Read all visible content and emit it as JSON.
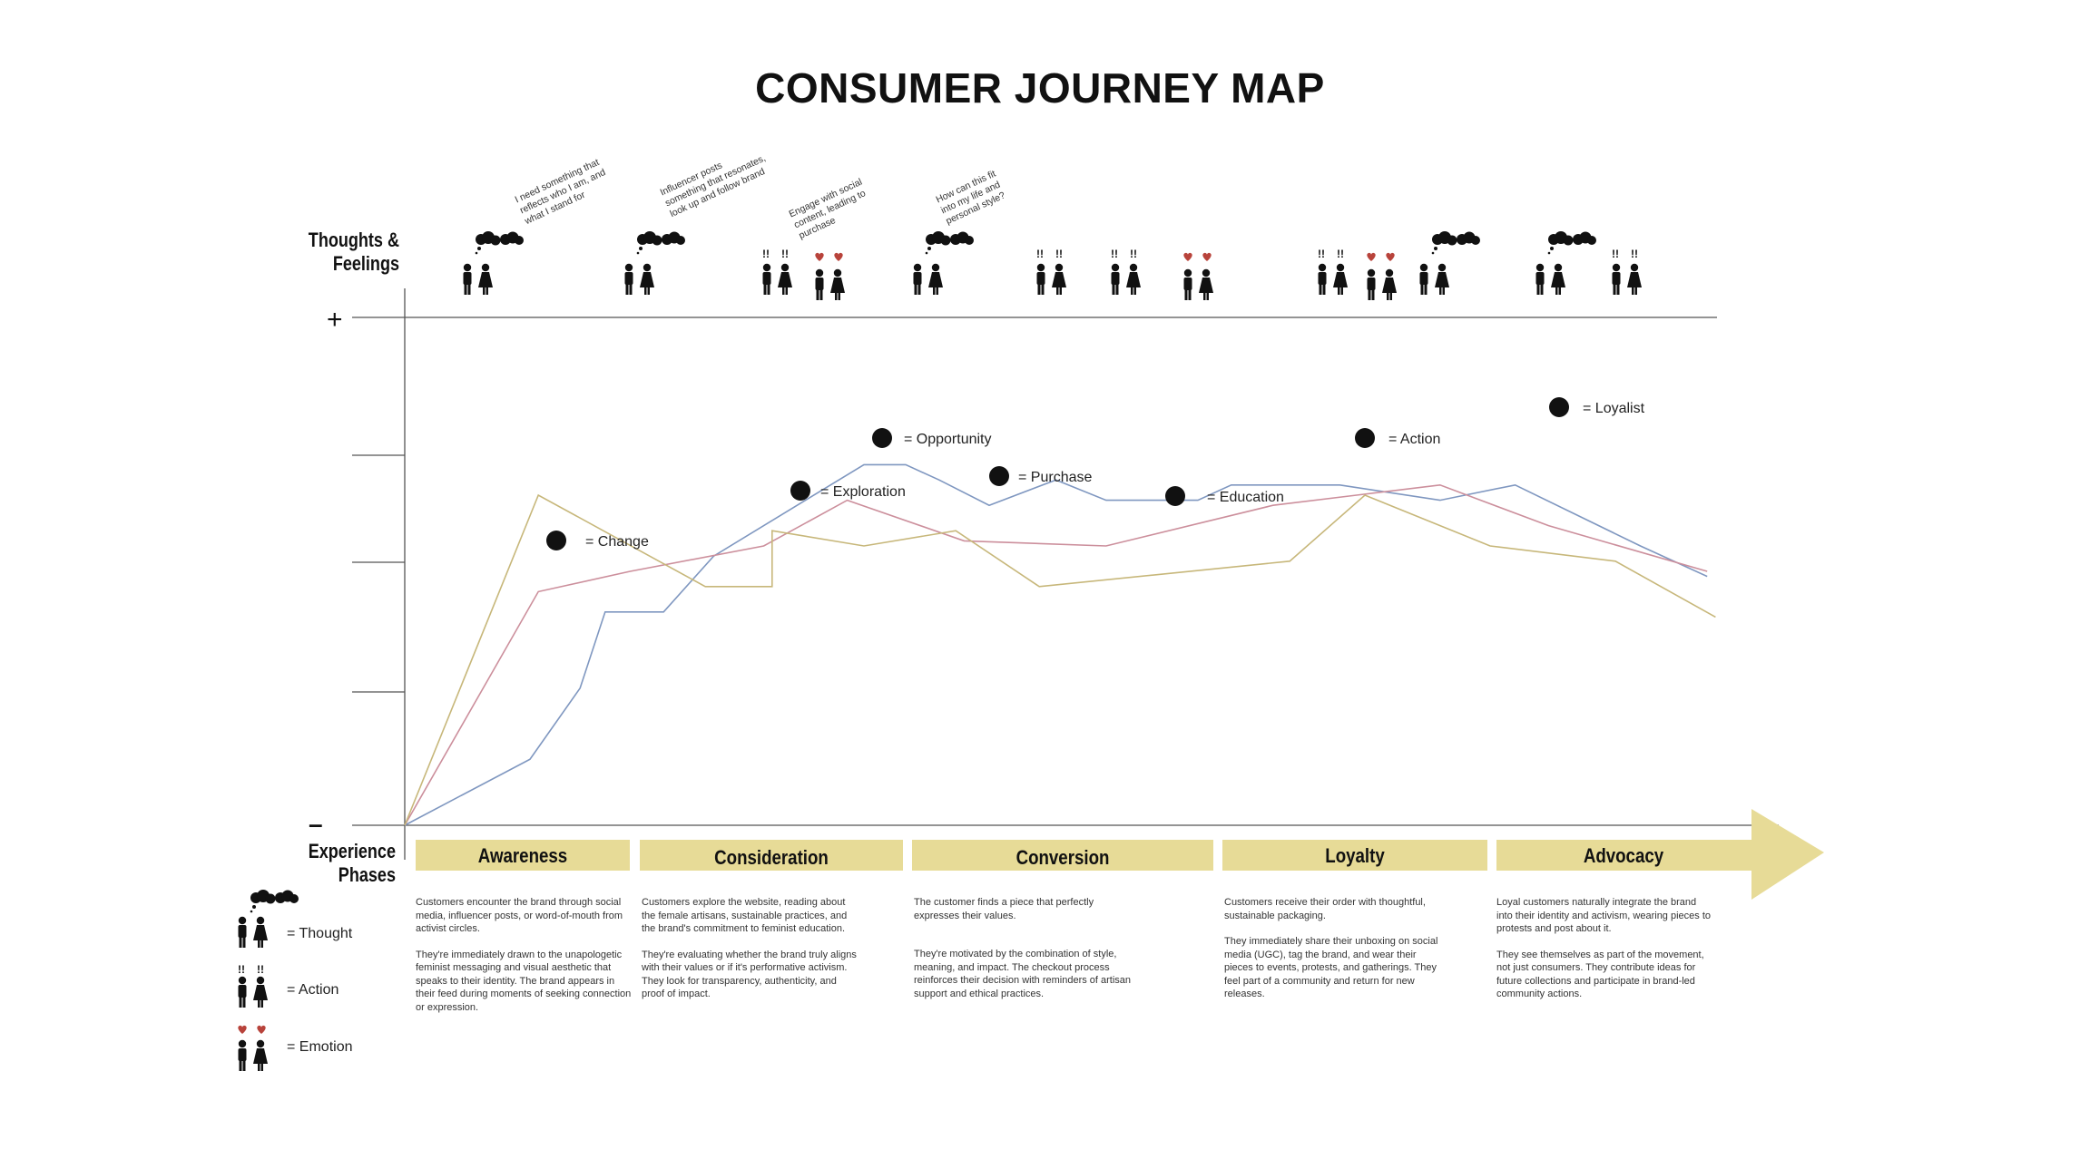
{
  "title": "CONSUMER JOURNEY MAP",
  "labels": {
    "thoughts_feelings": "Thoughts &\nFeelings",
    "experience_phases": "Experience\nPhases",
    "axis_plus": "+",
    "axis_minus": "–"
  },
  "annotations": [
    "I need something that\nreflects who I am, and\nwhat I stand for",
    "Influencer posts\nsomething that resonates,\nlook up and follow brand",
    "Engage with social\ncontent, leading to\npurchase",
    "How can this fit\ninto my life and\npersonal style?"
  ],
  "markers": [
    {
      "label": "= Change"
    },
    {
      "label": "= Exploration"
    },
    {
      "label": "= Opportunity"
    },
    {
      "label": "= Purchase"
    },
    {
      "label": "= Education"
    },
    {
      "label": "= Action"
    },
    {
      "label": "= Loyalist"
    }
  ],
  "phases": [
    {
      "name": "Awareness",
      "desc": [
        "Customers encounter the brand through social media, influencer posts, or word-of-mouth from activist circles.",
        "They're immediately drawn to the unapologetic feminist messaging and visual aesthetic that speaks to their identity. The brand appears in their feed during moments of seeking connection or expression."
      ]
    },
    {
      "name": "Consideration",
      "desc": [
        "Customers explore the website, reading about the female artisans, sustainable practices, and the brand's commitment to feminist education.",
        "They're evaluating whether the brand truly aligns with their values or if it's performative activism. They look for transparency, authenticity, and proof of impact."
      ]
    },
    {
      "name": "Conversion",
      "desc": [
        "The customer finds a  piece that perfectly expresses their values.",
        "They're motivated by the combination of style, meaning, and impact. The checkout process reinforces their decision with reminders of artisan support and ethical practices."
      ]
    },
    {
      "name": "Loyalty",
      "desc": [
        "Customers receive their order with thoughtful, sustainable packaging.",
        "They immediately share their unboxing on social media (UGC), tag the brand, and wear their pieces to events, protests, and gatherings. They feel part of a community and return for new releases."
      ]
    },
    {
      "name": "Advocacy",
      "desc": [
        "Loyal customers naturally integrate the brand into their identity and activism, wearing pieces to protests and post about it.",
        "They see themselves as part of the movement, not just consumers. They contribute ideas for future collections and participate in brand-led community actions."
      ]
    }
  ],
  "legend": [
    {
      "icon": "thought",
      "label": "= Thought"
    },
    {
      "icon": "action",
      "label": "= Action"
    },
    {
      "icon": "emotion",
      "label": "= Emotion"
    }
  ],
  "icon_row": [
    "thought",
    "thought",
    "action",
    "emotion",
    "thought",
    "action",
    "action",
    "emotion",
    "action",
    "emotion",
    "thought",
    "thought",
    "action"
  ],
  "chart_data": {
    "type": "line",
    "ylim": [
      0,
      100
    ],
    "colors": {
      "blue": "#7f97c0",
      "pink": "#cc8f9c",
      "gold": "#c7b77a",
      "phase_bar": "#e7db97",
      "heart": "#b8433b"
    },
    "series": [
      {
        "color": "blue",
        "points": [
          [
            0,
            0
          ],
          [
            15,
            13
          ],
          [
            21,
            27
          ],
          [
            24,
            42
          ],
          [
            31,
            42
          ],
          [
            37,
            53
          ],
          [
            48,
            64
          ],
          [
            55,
            71
          ],
          [
            60,
            71
          ],
          [
            64,
            68
          ],
          [
            70,
            63
          ],
          [
            78,
            68
          ],
          [
            84,
            64
          ],
          [
            95,
            64
          ],
          [
            99,
            67
          ],
          [
            112,
            67
          ],
          [
            124,
            64
          ],
          [
            133,
            67
          ],
          [
            148,
            55
          ],
          [
            156,
            49
          ]
        ]
      },
      {
        "color": "pink",
        "points": [
          [
            0,
            0
          ],
          [
            16,
            46
          ],
          [
            27,
            50
          ],
          [
            43,
            55
          ],
          [
            53,
            64
          ],
          [
            67,
            56
          ],
          [
            84,
            55
          ],
          [
            104,
            63
          ],
          [
            114,
            65
          ],
          [
            124,
            67
          ],
          [
            137,
            59
          ],
          [
            156,
            50
          ]
        ]
      },
      {
        "color": "gold",
        "points": [
          [
            0,
            0
          ],
          [
            16,
            65
          ],
          [
            36,
            47
          ],
          [
            44,
            47
          ],
          [
            44,
            58
          ],
          [
            55,
            55
          ],
          [
            66,
            58
          ],
          [
            76,
            47
          ],
          [
            106,
            52
          ],
          [
            115,
            65
          ],
          [
            130,
            55
          ],
          [
            145,
            52
          ],
          [
            157,
            41
          ]
        ]
      }
    ]
  }
}
